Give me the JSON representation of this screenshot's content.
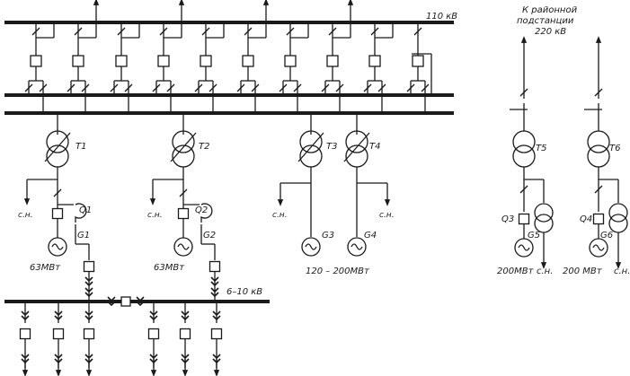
{
  "substation": {
    "label": "К районной подстанции 220 кВ",
    "label_lines": [
      "К районной",
      "подстанции",
      "220 кВ"
    ]
  },
  "buses": {
    "hv_bus": "110 кВ",
    "gen_bus": "6–10 кВ"
  },
  "transformers": [
    "T1",
    "T2",
    "T3",
    "T4",
    "T5",
    "T6"
  ],
  "generators": [
    "G1",
    "G2",
    "G3",
    "G4",
    "G5",
    "G6"
  ],
  "reactors": [
    "Q1",
    "Q2",
    "Q3",
    "Q4"
  ],
  "ratings": {
    "g1": "63МВт",
    "g2": "63МВт",
    "g34": "120 – 200МВт",
    "g5": "200МВт",
    "g6": "200 МВт"
  },
  "aux": {
    "sn": "с.н.",
    "sn_g6": "с.н."
  }
}
